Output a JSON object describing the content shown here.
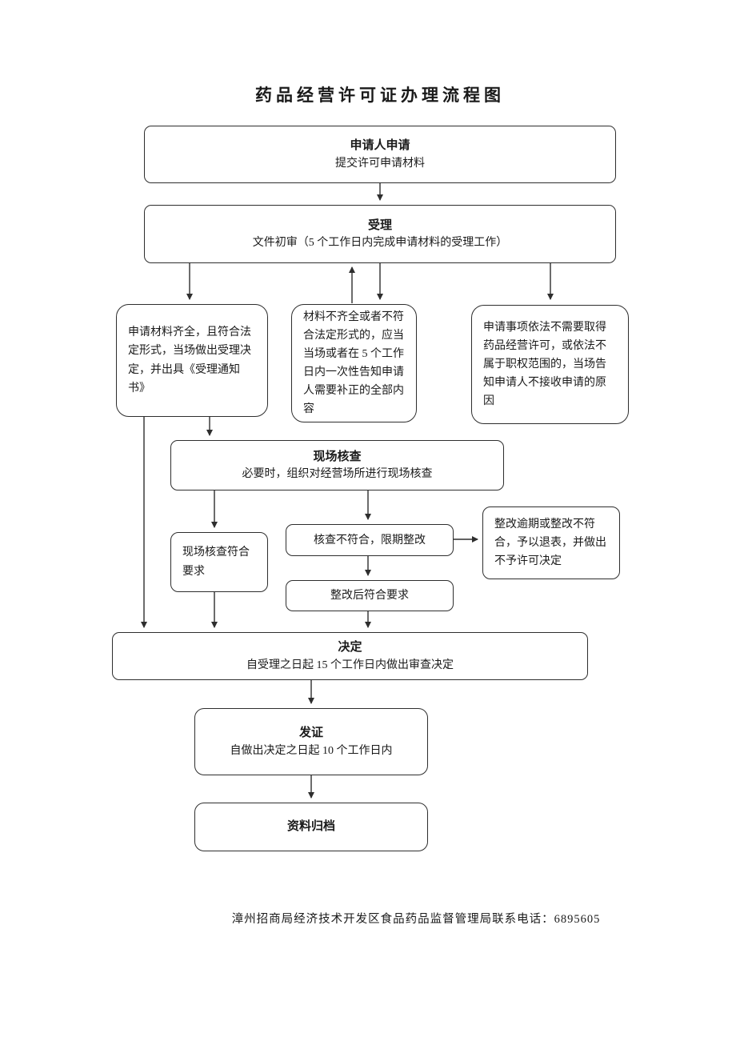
{
  "page": {
    "title": "药品经营许可证办理流程图",
    "footer": "漳州招商局经济技术开发区食品药品监督管理局联系电话：6895605"
  },
  "flowchart": {
    "nodes": {
      "apply": {
        "heading": "申请人申请",
        "body": "提交许可申请材料"
      },
      "accept": {
        "heading": "受理",
        "body": "文件初审（5 个工作日内完成申请材料的受理工作）"
      },
      "complete": {
        "body": "申请材料齐全，且符合法定形式，当场做出受理决定，并出具《受理通知书》"
      },
      "incomplete": {
        "body": "材料不齐全或者不符合法定形式的，应当当场或者在 5 个工作日内一次性告知申请人需要补正的全部内容"
      },
      "not_required": {
        "body": "申请事项依法不需要取得药品经营许可，或依法不属于职权范围的，当场告知申请人不接收申请的原因"
      },
      "site_check": {
        "heading": "现场核查",
        "body": "必要时，组织对经营场所进行现场核查"
      },
      "check_pass": {
        "body": "现场核查符合要求"
      },
      "check_fail": {
        "body": "核查不符合，限期整改"
      },
      "overdue": {
        "body": "整改逾期或整改不符合，予以退表，并做出不予许可决定"
      },
      "rectified": {
        "body": "整改后符合要求"
      },
      "decision": {
        "heading": "决定",
        "body": "自受理之日起 15 个工作日内做出审查决定"
      },
      "issue": {
        "heading": "发证",
        "body": "自做出决定之日起 10 个工作日内"
      },
      "archive": {
        "heading": "资料归档"
      }
    },
    "line_color": "#2e2e2e"
  }
}
